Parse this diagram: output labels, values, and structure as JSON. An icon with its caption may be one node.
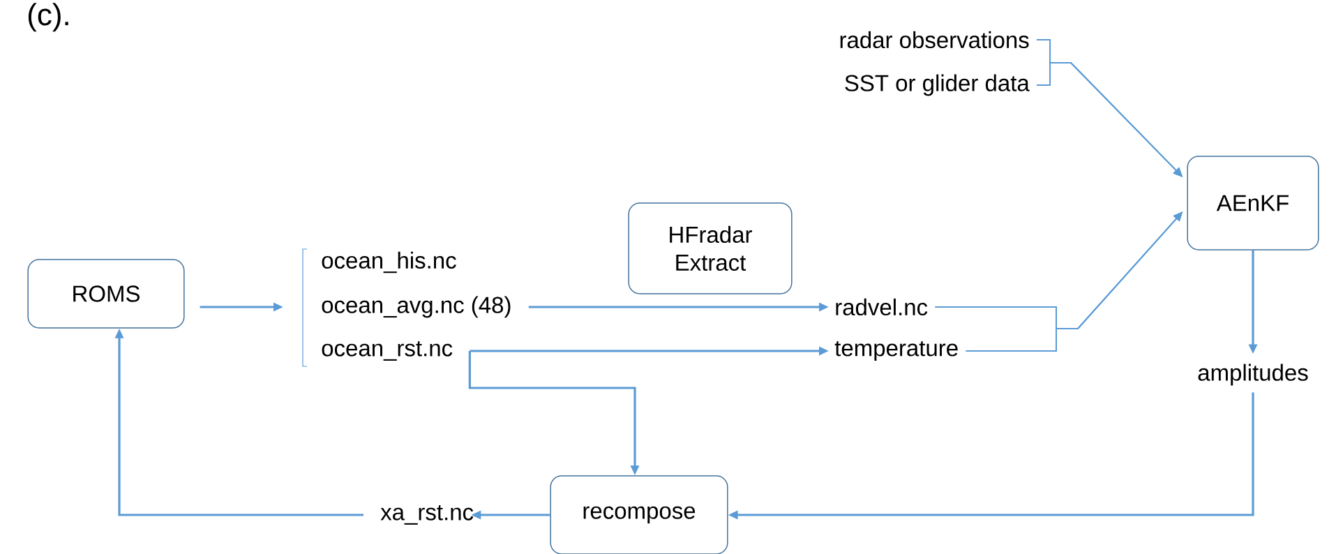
{
  "diagram": {
    "nodes": [
      {
        "text": [
          "ROMS"
        ]
      },
      {
        "text": [
          "ocean_his.nc"
        ]
      },
      {
        "text": [
          "ocean_avg.nc (48)"
        ]
      },
      {
        "text": [
          "ocean_rst.nc"
        ]
      },
      {
        "text": [
          "HFradar Extract"
        ]
      },
      {
        "text": [
          "radvel.nc"
        ]
      },
      {
        "text": [
          "temperature"
        ]
      },
      {
        "text": [
          "radar observations"
        ]
      },
      {
        "text": [
          "SST or glider data"
        ]
      },
      {
        "text": [
          "AEnKF"
        ]
      },
      {
        "text": [
          "amplitudes"
        ]
      },
      {
        "text": [
          "recompose"
        ]
      },
      {
        "text": [
          "xa_rst.nc"
        ]
      }
    ],
    "edges": [
      {
        "from": 0,
        "to": 2,
        "arrow": "to"
      },
      {
        "from": 2,
        "to": 5,
        "arrow": "to"
      },
      {
        "from": 3,
        "to": 6,
        "arrow": "to"
      },
      {
        "from": 3,
        "to": 11,
        "arrow": "to"
      },
      {
        "from": 7,
        "to": 9,
        "arrow": "to"
      },
      {
        "from": 8,
        "to": 9,
        "arrow": "to"
      },
      {
        "from": 5,
        "to": 9,
        "arrow": "to"
      },
      {
        "from": 6,
        "to": 9,
        "arrow": "to"
      },
      {
        "from": 9,
        "to": 10,
        "arrow": "to"
      },
      {
        "from": 10,
        "to": 11,
        "arrow": "to"
      },
      {
        "from": 11,
        "to": 12,
        "arrow": "to"
      },
      {
        "from": 12,
        "to": 0,
        "arrow": "to"
      }
    ],
    "labels": [
      "(c)."
    ]
  }
}
